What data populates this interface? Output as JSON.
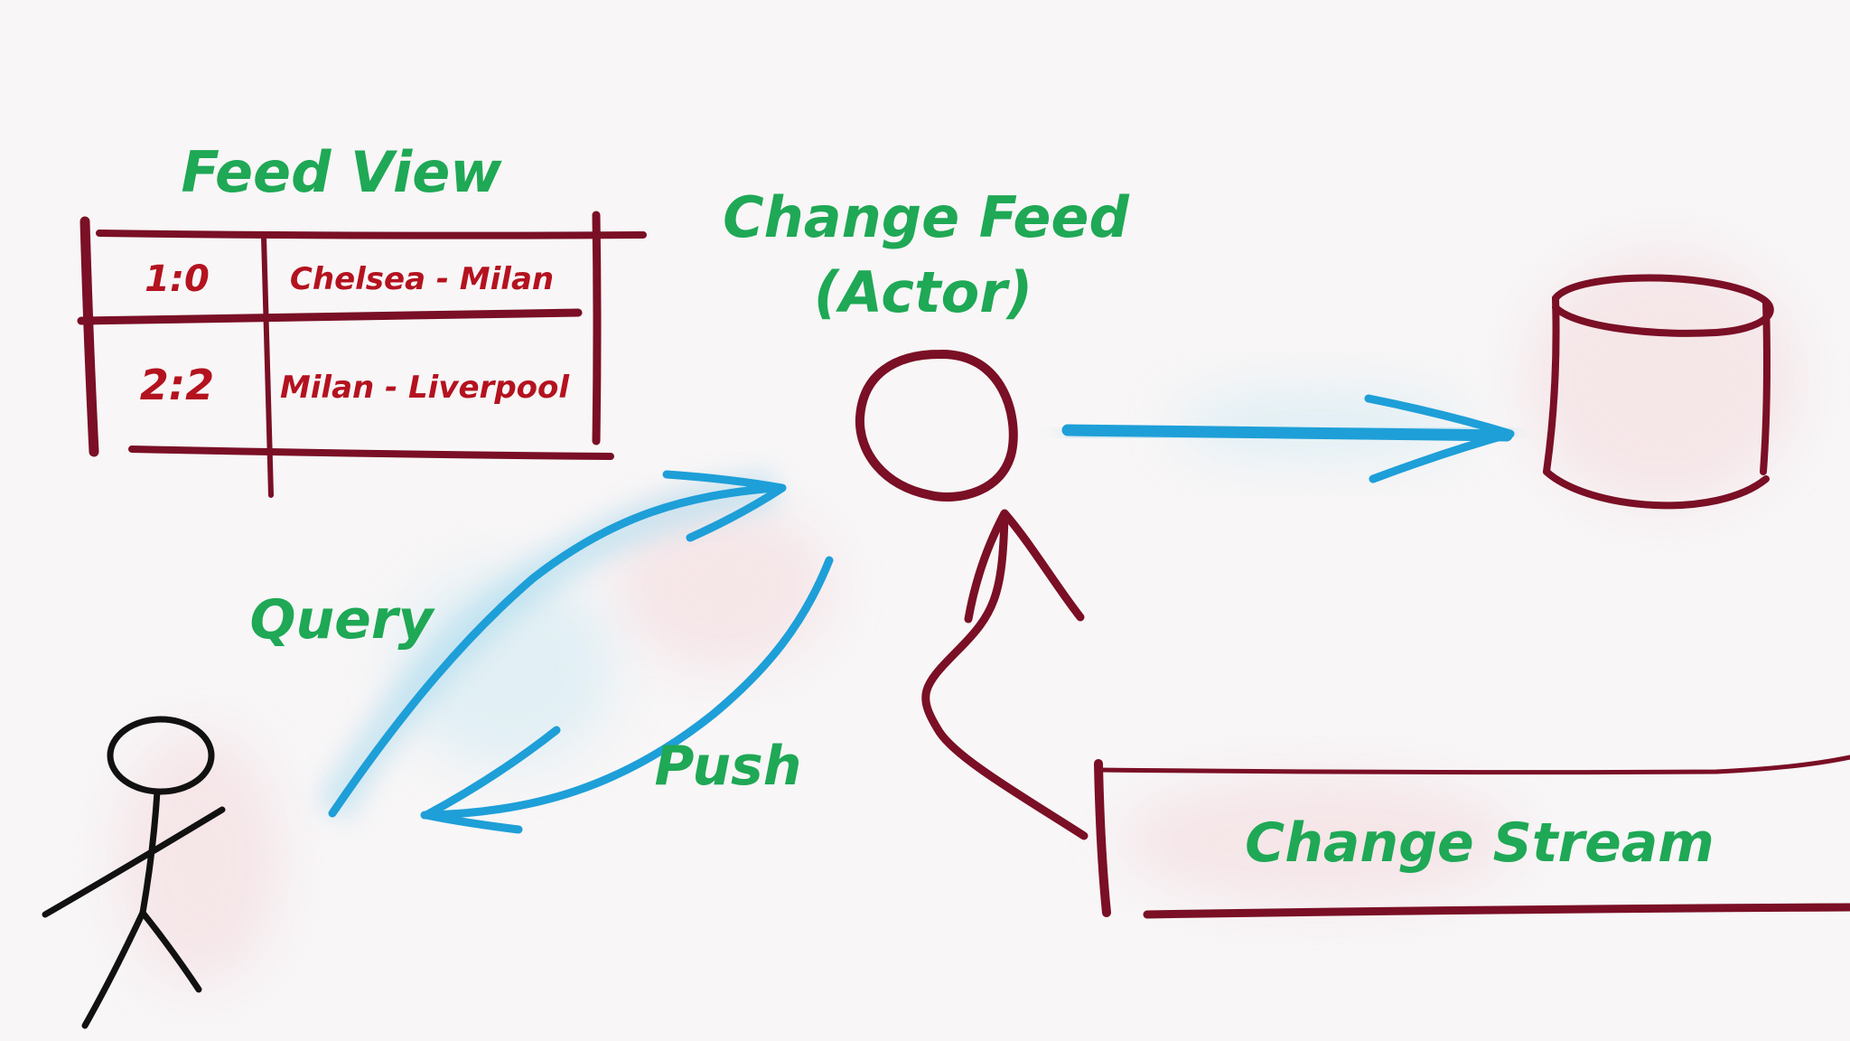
{
  "feed_view": {
    "title": "Feed View",
    "rows": [
      {
        "score": "1:0",
        "match": "Chelsea - Milan"
      },
      {
        "score": "2:2",
        "match": "Milan - Liverpool"
      }
    ]
  },
  "actor": {
    "line1": "Change Feed",
    "line2": "(Actor)"
  },
  "labels": {
    "query": "Query",
    "push": "Push",
    "change_stream": "Change Stream"
  },
  "colors": {
    "ink_dark_red": "#7a0f25",
    "text_green": "#1fa855",
    "text_red": "#b4121f",
    "arrow_blue": "#1e9fd8",
    "stick_black": "#111111"
  }
}
